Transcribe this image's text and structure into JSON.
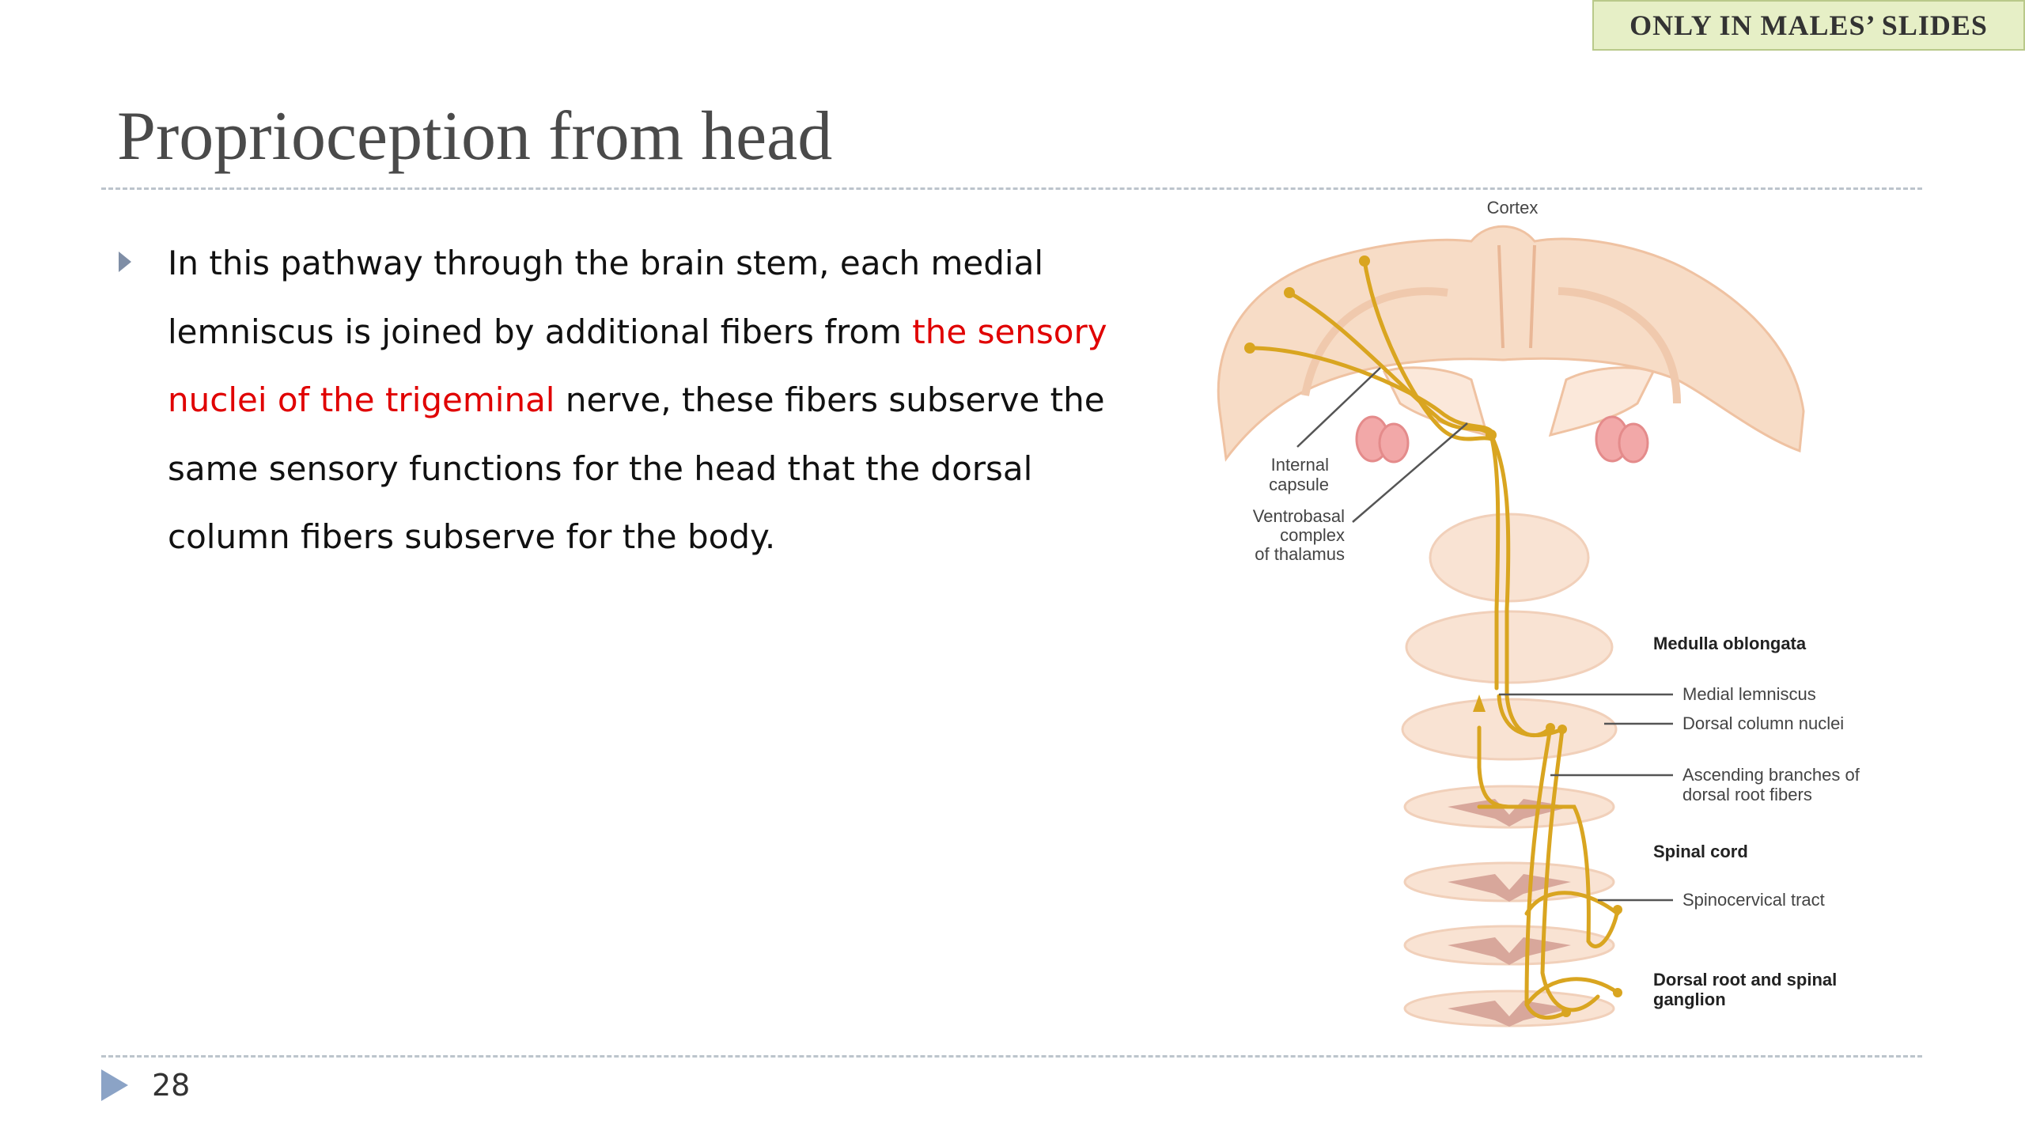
{
  "badge": "ONLY IN MALES’ SLIDES",
  "title": "Proprioception from head",
  "bullet": {
    "part1": "In this pathway through the brain stem, each medial lemniscus is joined by additional fibers from ",
    "highlight": "the sensory nuclei of the trigeminal",
    "part2": " nerve, these fibers subserve the same sensory functions for the head that the dorsal column fibers subserve for the body."
  },
  "page_number": "28",
  "colors": {
    "highlight": "#e00000",
    "fiber": "#d9a520",
    "tissue": "#f7d9c3"
  },
  "diagram": {
    "labels": {
      "cortex": "Cortex",
      "internal_capsule_1": "Internal",
      "internal_capsule_2": "capsule",
      "ventrobasal_1": "Ventrobasal",
      "ventrobasal_2": "complex",
      "ventrobasal_3": "of thalamus",
      "medulla": "Medulla oblongata",
      "medial_lemniscus": "Medial lemniscus",
      "dorsal_column_nuclei": "Dorsal column nuclei",
      "ascending_1": "Ascending branches of",
      "ascending_2": "dorsal root fibers",
      "spinal_cord": "Spinal cord",
      "spinocervical": "Spinocervical tract",
      "dorsal_root_1": "Dorsal root and spinal",
      "dorsal_root_2": "ganglion"
    }
  }
}
